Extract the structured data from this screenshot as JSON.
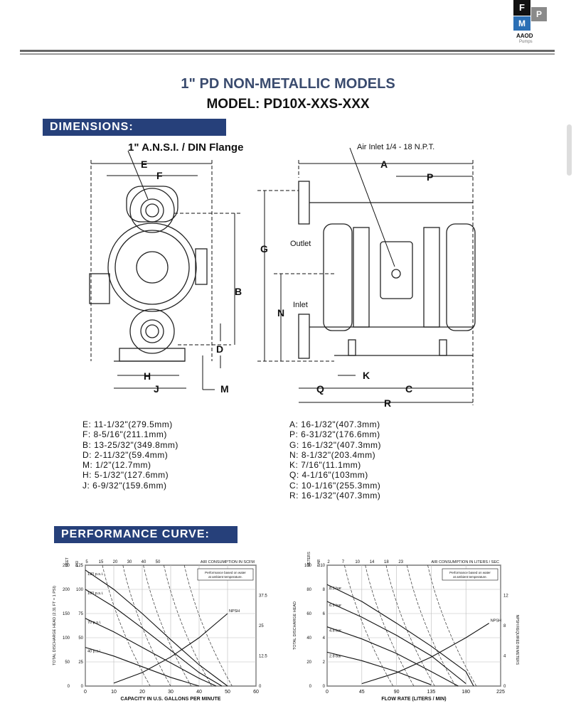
{
  "logo": {
    "f": "F",
    "p": "P",
    "m": "M",
    "name": "AAOD",
    "sub": "Pumps"
  },
  "title_line1": "1\" PD NON-METALLIC MODELS",
  "title_line2": "MODEL: PD10X-XXS-XXX",
  "dimensions_heading": "DIMENSIONS:",
  "performance_heading": "PERFORMANCE CURVE:",
  "drawing_labels": {
    "flange": "1\" A.N.S.I. / DIN Flange",
    "air_inlet": "Air Inlet 1/4 - 18 N.P.T.",
    "outlet": "Outlet",
    "inlet": "Inlet",
    "E": "E",
    "F": "F",
    "B": "B",
    "D": "D",
    "H": "H",
    "J": "J",
    "M": "M",
    "A": "A",
    "P": "P",
    "G": "G",
    "N": "N",
    "K": "K",
    "Q": "Q",
    "C": "C",
    "R": "R"
  },
  "dims_left": [
    "E: 11-1/32\"(279.5mm)",
    "F: 8-5/16\"(211.1mm)",
    "B: 13-25/32\"(349.8mm)",
    "D: 2-11/32\"(59.4mm)",
    "M: 1/2\"(12.7mm)",
    "H: 5-1/32\"(127.6mm)",
    "J: 6-9/32\"(159.6mm)"
  ],
  "dims_right": [
    "A: 16-1/32\"(407.3mm)",
    "P: 6-31/32\"(176.6mm)",
    "G: 16-1/32\"(407.3mm)",
    "N: 8-1/32\"(203.4mm)",
    "K: 7/16\"(11.1mm)",
    "Q: 4-1/16\"(103mm)",
    "C: 10-1/16\"(255.3mm)",
    "R:  16-1/32\"(407.3mm)"
  ],
  "chart_data": [
    {
      "type": "line",
      "title": "",
      "xlabel": "CAPACITY IN U.S. GALLONS PER MINUTE",
      "x_ticks": [
        "0",
        "10",
        "20",
        "30",
        "40",
        "50",
        "60"
      ],
      "top_label": "AIR CONSUMPTION IN SCFM",
      "top_ticks": [
        "5",
        "15",
        "20",
        "30",
        "40",
        "50"
      ],
      "ylabel_left": "TOTAL DISCHARGE HEAD (2.31 FT = 1 PSI)",
      "y_units_feet": "FEET",
      "y_units_psi": "PSI",
      "y_ticks_feet": [
        "0",
        "50",
        "100",
        "150",
        "200",
        "250"
      ],
      "y_ticks_psi": [
        "0",
        "25",
        "50",
        "75",
        "100",
        "125"
      ],
      "right_ticks": [
        "0",
        "12.5",
        "25",
        "37.5"
      ],
      "note": "Performance based on water at ambient temperature.",
      "npsh_label": "NPSH",
      "pressure_labels": [
        "120 p.s.i.",
        "100 p.s.i.",
        "70 p.s.i.",
        "40 p.s.i."
      ],
      "series": [
        {
          "name": "120 p.s.i.",
          "x": [
            0,
            10,
            20,
            30,
            40,
            50
          ],
          "y": [
            120,
            100,
            75,
            48,
            22,
            0
          ]
        },
        {
          "name": "100 p.s.i.",
          "x": [
            0,
            10,
            20,
            30,
            40,
            48
          ],
          "y": [
            100,
            82,
            60,
            37,
            14,
            0
          ]
        },
        {
          "name": "70 p.s.i.",
          "x": [
            0,
            10,
            20,
            30,
            40,
            46
          ],
          "y": [
            70,
            56,
            40,
            24,
            8,
            0
          ]
        },
        {
          "name": "40 p.s.i.",
          "x": [
            0,
            10,
            20,
            30,
            40
          ],
          "y": [
            40,
            31,
            20,
            9,
            0
          ]
        },
        {
          "name": "NPSH",
          "x": [
            10,
            20,
            30,
            40,
            50
          ],
          "y": [
            3,
            14,
            30,
            50,
            75
          ]
        }
      ],
      "xlim": [
        0,
        60
      ],
      "ylim": [
        0,
        125
      ]
    },
    {
      "type": "line",
      "title": "",
      "xlabel": "FLOW RATE (LITERS / MIN)",
      "x_ticks": [
        "0",
        "45",
        "90",
        "135",
        "180",
        "225"
      ],
      "top_label": "AIR CONSUMPTION IN LITERS / SEC",
      "top_ticks": [
        "2",
        "7",
        "10",
        "14",
        "18",
        "23"
      ],
      "ylabel_left": "TOTAL DISCHARGE HEAD",
      "y_units_meters": "METERS",
      "y_units_bar": "BAR",
      "y_ticks_meters": [
        "0",
        "20",
        "40",
        "60",
        "80",
        "100"
      ],
      "y_ticks_bar": [
        "0",
        "2",
        "4",
        "6",
        "8",
        "10"
      ],
      "ylabel_right": "NPSH REQUIRED IN METERS",
      "right_ticks": [
        "0",
        "4",
        "8",
        "12"
      ],
      "note": "Performance based on water at ambient temperature.",
      "npsh_label": "NPSH",
      "pressure_labels": [
        "8.3 bar",
        "6.9 bar",
        "4.8 bar",
        "2.8 bar"
      ],
      "series": [
        {
          "name": "8.3 bar",
          "x": [
            0,
            45,
            90,
            135,
            180,
            190
          ],
          "y": [
            84,
            70,
            52,
            33,
            12,
            0
          ]
        },
        {
          "name": "6.9 bar",
          "x": [
            0,
            45,
            90,
            135,
            180
          ],
          "y": [
            70,
            57,
            42,
            25,
            2
          ]
        },
        {
          "name": "4.8 bar",
          "x": [
            0,
            45,
            90,
            135,
            170
          ],
          "y": [
            49,
            39,
            27,
            12,
            0
          ]
        },
        {
          "name": "2.8 bar",
          "x": [
            0,
            45,
            90,
            135
          ],
          "y": [
            28,
            21,
            12,
            1
          ]
        },
        {
          "name": "NPSH",
          "x": [
            45,
            90,
            135,
            180,
            210
          ],
          "y": [
            2,
            11,
            24,
            40,
            52
          ]
        }
      ],
      "xlim": [
        0,
        225
      ],
      "ylim": [
        0,
        100
      ]
    }
  ]
}
